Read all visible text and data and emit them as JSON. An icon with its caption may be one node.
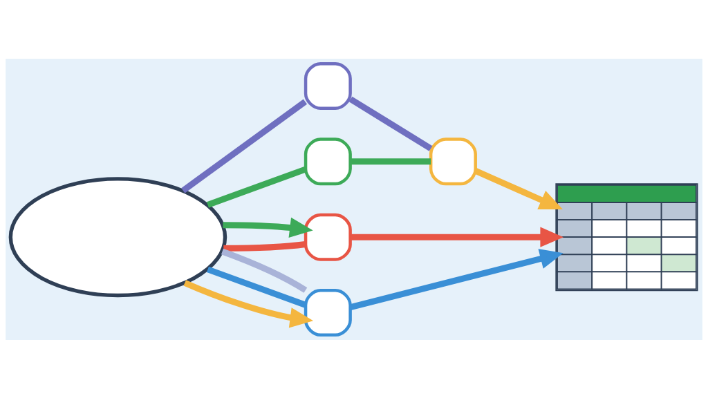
{
  "diagram": {
    "nodes": [
      {
        "text": [],
        "shape": "cloud"
      },
      {
        "text": [],
        "shape": "box"
      },
      {
        "text": [],
        "shape": "box"
      },
      {
        "text": [],
        "shape": "box"
      },
      {
        "text": [],
        "shape": "box"
      },
      {
        "text": [],
        "shape": "box"
      },
      {
        "text": [],
        "shape": "picture"
      }
    ],
    "edges": [
      {
        "from": 0,
        "to": 1,
        "arrow": "none",
        "color": "#6f6fc0"
      },
      {
        "from": 1,
        "to": 4,
        "arrow": "none",
        "color": "#6f6fc0"
      },
      {
        "from": 0,
        "to": 5,
        "arrow": "to",
        "color": "#f4b63f"
      },
      {
        "from": 0,
        "to": 3,
        "arrow": "none",
        "color": "#e85545"
      },
      {
        "from": 3,
        "to": 6,
        "arrow": "to",
        "color": "#e85545"
      },
      {
        "from": 0,
        "to": 5,
        "arrow": "none",
        "color": "#3a8fd6"
      },
      {
        "from": 5,
        "to": 6,
        "arrow": "to",
        "color": "#3a8fd6"
      },
      {
        "from": 0,
        "to": 3,
        "arrow": "to",
        "color": "#3daa58"
      },
      {
        "from": 0,
        "to": 2,
        "arrow": "none",
        "color": "#3daa58"
      },
      {
        "from": 2,
        "to": 4,
        "arrow": "none",
        "color": "#3daa58"
      },
      {
        "from": 0,
        "to": 5,
        "arrow": "none",
        "color": "#a9b3d8"
      },
      {
        "from": 4,
        "to": 6,
        "arrow": "to",
        "color": "#f4b63f"
      }
    ]
  }
}
